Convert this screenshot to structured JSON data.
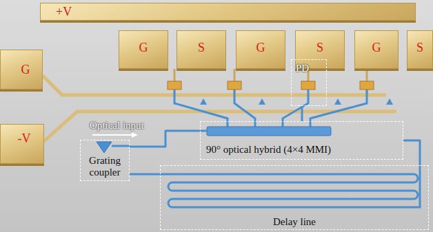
{
  "diagram": {
    "nodes": [
      {
        "text": [
          "+V"
        ]
      },
      {
        "text": [
          "G"
        ]
      },
      {
        "text": [
          "S"
        ]
      },
      {
        "text": [
          "G"
        ]
      },
      {
        "text": [
          "S"
        ]
      },
      {
        "text": [
          "G"
        ]
      },
      {
        "text": [
          "S"
        ]
      },
      {
        "text": [
          "G"
        ]
      },
      {
        "text": [
          "PD"
        ]
      },
      {
        "text": [
          "90° optical hybrid (4×4 MMI)"
        ]
      },
      {
        "text": [
          "Grating coupler"
        ]
      },
      {
        "text": [
          "-V"
        ]
      },
      {
        "text": [
          "Delay line"
        ]
      }
    ],
    "edges": [
      {
        "from": 10,
        "to": 9,
        "arrow": "none"
      },
      {
        "from": 10,
        "to": 12,
        "arrow": "none"
      },
      {
        "from": 12,
        "to": 9,
        "arrow": "none"
      },
      {
        "from": 9,
        "to": 8,
        "arrow": "none"
      }
    ],
    "labels": [
      "Optical input"
    ]
  }
}
